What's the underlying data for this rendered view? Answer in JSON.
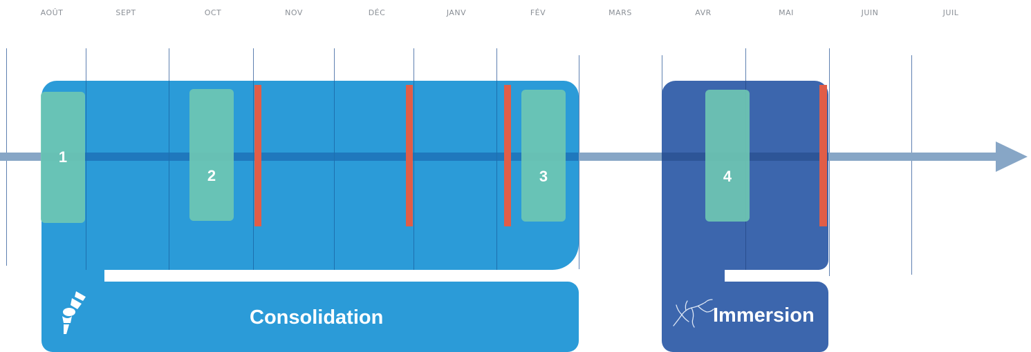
{
  "months": [
    "AOÛT",
    "SEPT",
    "OCT",
    "NOV",
    "DÉC",
    "JANV",
    "FÉV",
    "MARS",
    "AVR",
    "MAI",
    "JUIN",
    "JUIL"
  ],
  "phases": [
    {
      "number": "1"
    },
    {
      "number": "2"
    },
    {
      "number": "3"
    },
    {
      "number": "4"
    }
  ],
  "blocks": {
    "consolidation": {
      "label": "Consolidation",
      "color": "#2b9bd8",
      "icon": "joint-icon"
    },
    "immersion": {
      "label": "Immersion",
      "color": "#3c66ad",
      "icon": "neuron-icon"
    }
  },
  "colors": {
    "axis": "#87a6c6",
    "milestone": "#e15d47",
    "phase": "#6fc8b2"
  }
}
